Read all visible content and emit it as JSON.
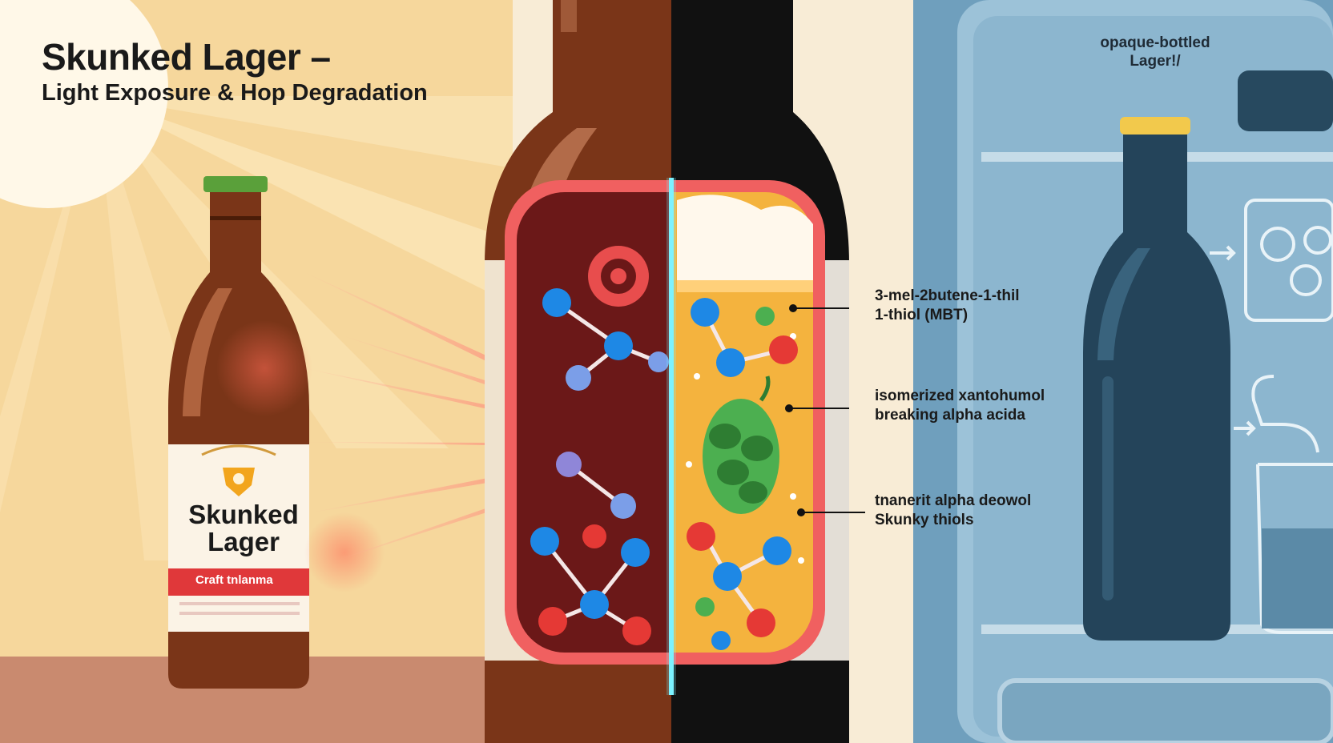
{
  "header": {
    "title": "Skunked Lager –",
    "subtitle": "Light Exposure & Hop Degradation"
  },
  "bottle_label": {
    "brand_line1": "Skunked",
    "brand_line2": "Lager",
    "banner": "Craft tnlanma"
  },
  "annotations": [
    {
      "line1": "3-mel-2butene-1-thil",
      "line2": "1-thiol (MBT)"
    },
    {
      "line1": "isomerized xantohumol",
      "line2": "breaking alpha acida"
    },
    {
      "line1": "tnanerit alpha deowol",
      "line2": "Skunky thiols"
    }
  ],
  "storage_note": {
    "line1": "opaque-bottled",
    "line2": "Lager!/"
  },
  "colors": {
    "sun_background": "#f6d79c",
    "amber_bottle": "#7a3518",
    "dark_bottle": "#111111",
    "fridge_blue": "#8fb7cf",
    "opaque_bottle": "#24445a",
    "light_ray": "#f0555a",
    "uv_line": "#7cf2ff",
    "molecule_blue": "#1e88e5",
    "molecule_red": "#e53935",
    "beer_gold": "#f4b33e",
    "hop_green": "#4caf50"
  },
  "icons": [
    "sun-icon",
    "hop-cone-icon",
    "hop-flower-icon",
    "molecule-icon",
    "ice-tray-icon",
    "beaker-icon"
  ]
}
